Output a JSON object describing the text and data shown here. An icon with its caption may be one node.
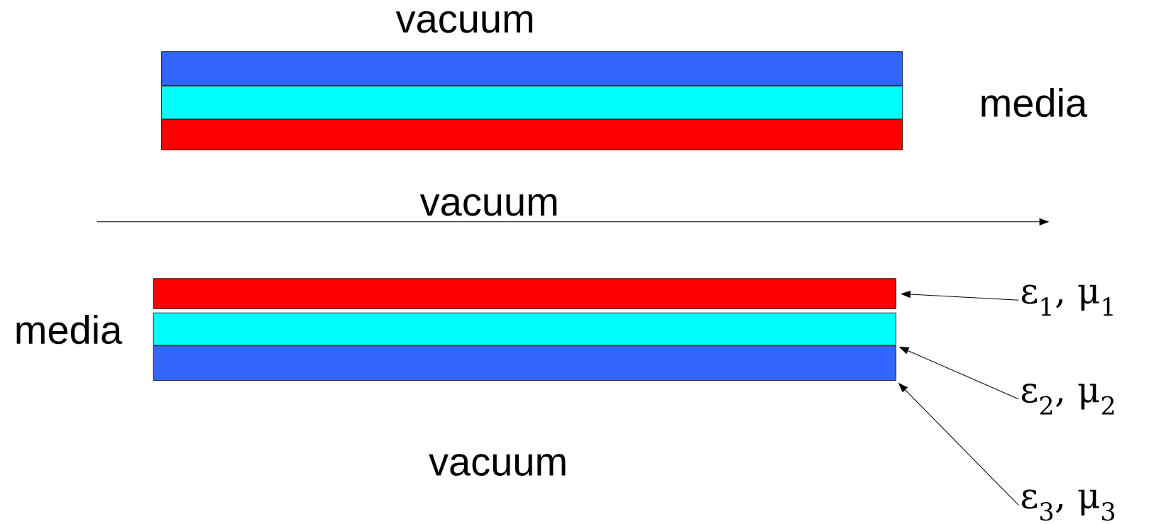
{
  "diagram": {
    "nodes": [
      {
        "text": [],
        "shape": "bar"
      },
      {
        "text": [],
        "shape": "bar"
      },
      {
        "text": [],
        "shape": "bar"
      },
      {
        "text": [],
        "shape": "bar"
      },
      {
        "text": [],
        "shape": "bar"
      },
      {
        "text": [],
        "shape": "bar"
      },
      {
        "text": [
          "ε$_{1}$, μ$_{1}$"
        ]
      },
      {
        "text": [
          "ε$_{2}$, μ$_{2}$"
        ]
      },
      {
        "text": [
          "ε$_{3}$, μ$_{3}$"
        ]
      }
    ],
    "edges": [
      {
        "from": 6,
        "to": 3,
        "arrow": "to"
      },
      {
        "from": 7,
        "to": 4,
        "arrow": "to"
      },
      {
        "from": 8,
        "to": 5,
        "arrow": "to"
      }
    ],
    "labels": [
      "vacuum",
      "media",
      "vacuum",
      "media",
      "vacuum"
    ]
  }
}
